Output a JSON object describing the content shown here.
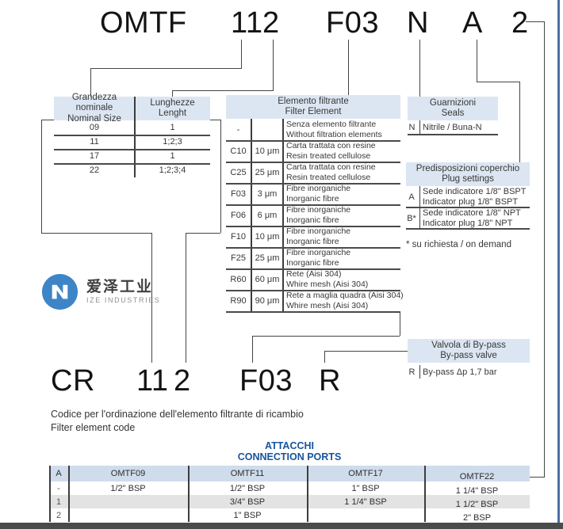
{
  "page": {
    "top_code": {
      "series": "OMTF",
      "size": "11",
      "length": "2",
      "element": "F03",
      "seal": "N",
      "plug": "A",
      "ports": "2"
    },
    "bottom_code": {
      "series": "CR",
      "size": "11",
      "length": "2",
      "element": "F03",
      "bypass": "R"
    },
    "caption_it": "Codice per l'ordinazione dell'elemento filtrante di ricambio",
    "caption_en": "Filter element code"
  },
  "size_table": {
    "header_it": "Grandezza nominale",
    "header_en": "Nominal Size",
    "rows": [
      [
        "09",
        "1"
      ],
      [
        "11",
        "1;2;3"
      ],
      [
        "17",
        "1"
      ],
      [
        "22",
        "1;2;3;4"
      ]
    ]
  },
  "length_table": {
    "header_it": "Lunghezze",
    "header_en": "Lenght"
  },
  "filter_table": {
    "header_it": "Elemento filtrante",
    "header_en": "Filter Element",
    "rows": [
      {
        "code": "-",
        "micron": "",
        "it": "Senza elemento filtrante",
        "en": "Without filtration elements"
      },
      {
        "code": "C10",
        "micron": "10 μm",
        "it": "Carta trattata con resine",
        "en": "Resin treated cellulose"
      },
      {
        "code": "C25",
        "micron": "25 μm",
        "it": "Carta trattata con resine",
        "en": "Resin treated cellulose"
      },
      {
        "code": "F03",
        "micron": "3 μm",
        "it": "Fibre inorganiche",
        "en": "Inorganic fibre"
      },
      {
        "code": "F06",
        "micron": "6 μm",
        "it": "Fibre inorganiche",
        "en": "Inorganic fibre"
      },
      {
        "code": "F10",
        "micron": "10 μm",
        "it": "Fibre inorganiche",
        "en": "Inorganic fibre"
      },
      {
        "code": "F25",
        "micron": "25 μm",
        "it": "Fibre inorganiche",
        "en": "Inorganic fibre"
      },
      {
        "code": "R60",
        "micron": "60 μm",
        "it": "Rete (Aisi 304)",
        "en": "Whire mesh (Aisi 304)"
      },
      {
        "code": "R90",
        "micron": "90 μm",
        "it": "Rete a maglia quadra (Aisi 304)",
        "en": "Whire mesh (Aisi 304)"
      }
    ]
  },
  "seals_table": {
    "header_it": "Guarnizioni",
    "header_en": "Seals",
    "code": "N",
    "value": "Nitrile / Buna-N"
  },
  "plug_table": {
    "header_it": "Predisposizioni coperchio",
    "header_en": "Plug settings",
    "rows": [
      {
        "code": "A",
        "it": "Sede indicatore 1/8\" BSPT",
        "en": "Indicator plug 1/8\" BSPT"
      },
      {
        "code": "B*",
        "it": "Sede indicatore 1/8\" NPT",
        "en": "Indicator plug 1/8\" NPT"
      }
    ],
    "note": "* su richiesta / on demand"
  },
  "bypass_table": {
    "header_it": "Valvola di By-pass",
    "header_en": "By-pass valve",
    "code": "R",
    "value": "By-pass Δp 1,7 bar"
  },
  "logo": {
    "name_cn": "爱泽工业",
    "name_en": "IZE INDUSTRIES"
  },
  "ports_table": {
    "title_it": "ATTACCHI",
    "title_en": "CONNECTION PORTS",
    "headers": [
      "A",
      "OMTF09",
      "OMTF11",
      "OMTF17",
      "OMTF22"
    ],
    "rows": [
      {
        "label": "-",
        "cells": [
          "1/2\" BSP",
          "1/2\" BSP",
          "1\" BSP",
          "1 1/4\" BSP"
        ]
      },
      {
        "label": "1",
        "cells": [
          "",
          "3/4\" BSP",
          "1 1/4\" BSP",
          "1 1/2\" BSP"
        ]
      },
      {
        "label": "2",
        "cells": [
          "",
          "1\" BSP",
          "",
          "2\" BSP"
        ]
      }
    ]
  },
  "colors": {
    "header_fill": "#dce6f2",
    "ports_header_fill": "#cfdcec",
    "row_alt": "#e3e3e3",
    "accent_blue": "#15559c",
    "logo_blue": "#3d85c6",
    "line": "#454545",
    "page_edge_blue": "#4a6fa5"
  }
}
